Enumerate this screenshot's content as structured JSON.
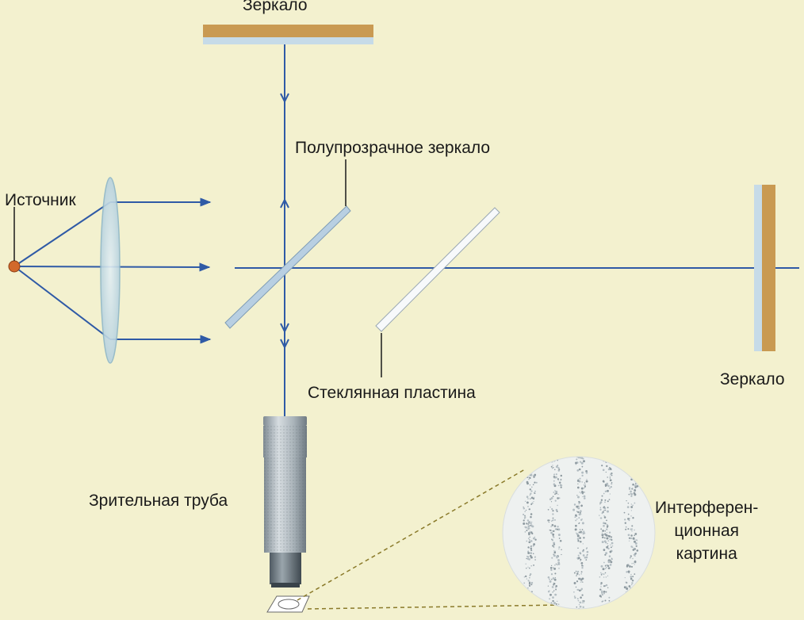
{
  "labels": {
    "mirror_top": "Зеркало",
    "half_mirror": "Полупрозрачное зеркало",
    "source": "Источник",
    "mirror_right": "Зеркало",
    "glass_plate": "Стеклянная пластина",
    "telescope": "Зрительная труба",
    "pattern": "Интерферен-\nционная\nкартина"
  },
  "colors": {
    "background": "#f3f1cf",
    "beam": "#2f5aa6",
    "mirror_back": "#c99a52",
    "mirror_face": "#c6dbe8",
    "source": "#d2692b",
    "telescope": "#a8b4bc",
    "leader": "#8a7a2a"
  }
}
